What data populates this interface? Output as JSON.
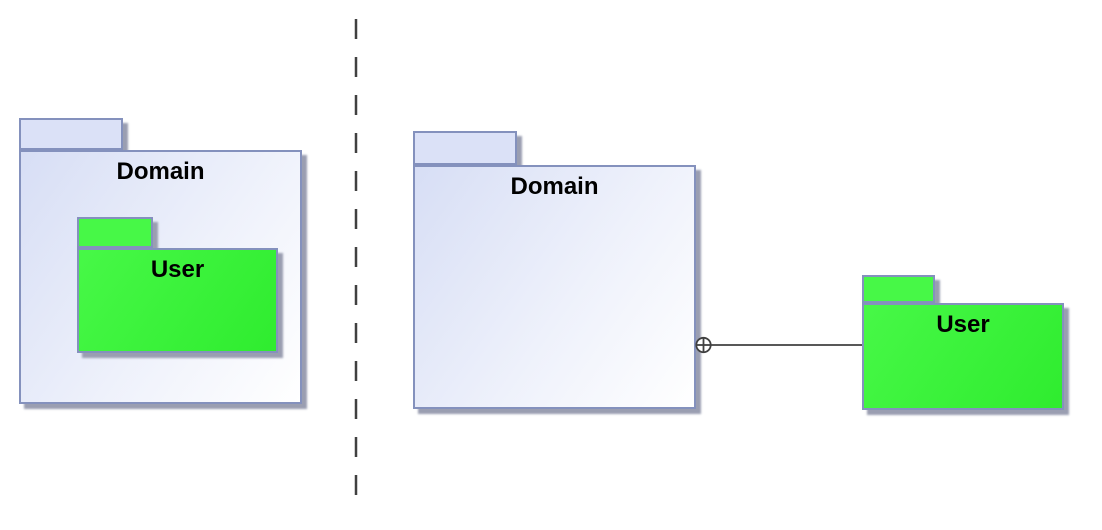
{
  "diagram": {
    "type": "uml-package-diagram",
    "left_example": {
      "domain_package": {
        "label": "Domain"
      },
      "user_package": {
        "label": "User"
      }
    },
    "right_example": {
      "domain_package": {
        "label": "Domain"
      },
      "user_package": {
        "label": "User"
      },
      "connector": {
        "kind": "containment",
        "symbol": "circle-plus"
      }
    },
    "separator": {
      "style": "dashed-vertical"
    },
    "colors": {
      "package_fill_start": "#d7def5",
      "package_fill_mid": "#eef1fb",
      "package_fill_end": "#ffffff",
      "package_border": "#8491bd",
      "green_fill_start": "#47f847",
      "green_fill_end": "#2fec2f",
      "line_color": "#404040",
      "shadow_color": "#9a9eb1",
      "label_color": "#000000"
    }
  }
}
